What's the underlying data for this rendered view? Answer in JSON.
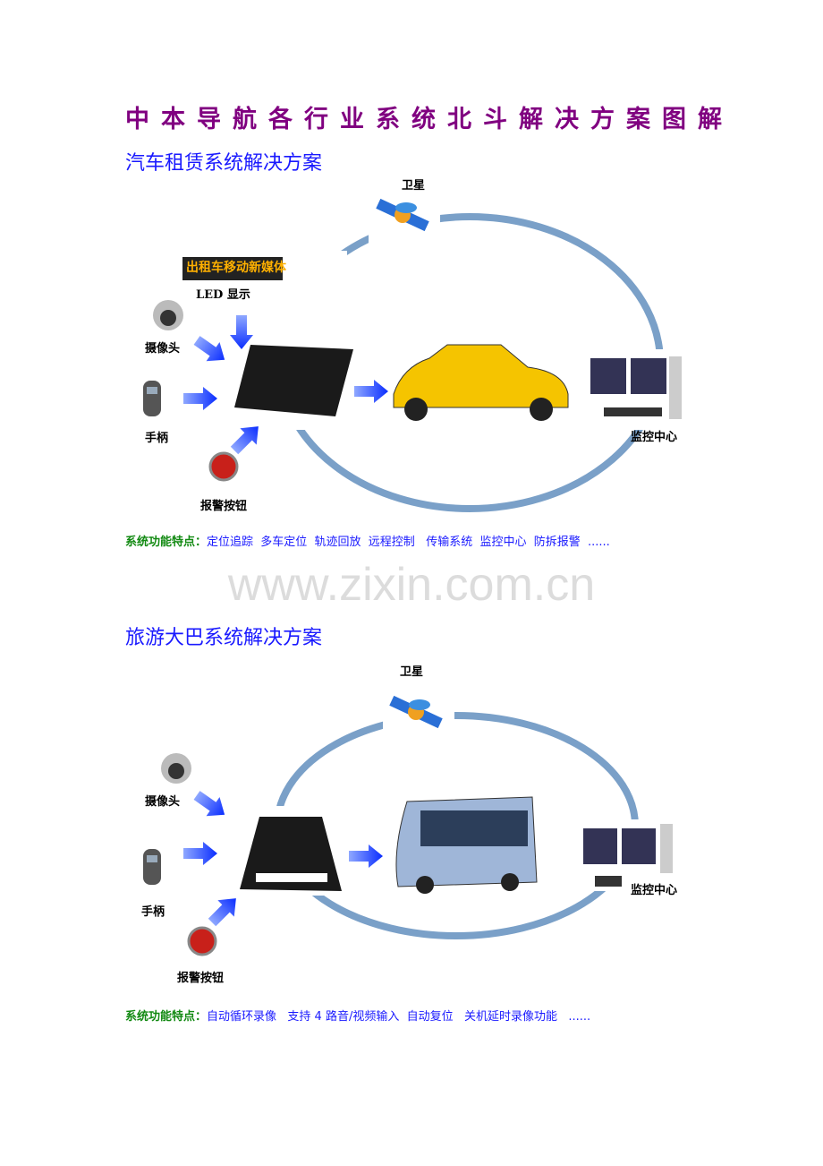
{
  "title": "中本导航各行业系统北斗解决方案图解",
  "watermark": "www.zixin.com.cn",
  "sections": [
    {
      "heading": "汽车租赁系统解决方案",
      "satellite": "卫星",
      "led_label": "LED 显示",
      "led_text": "出租车移动新媒体",
      "camera": "摄像头",
      "handset": "手柄",
      "alarm": "报警按钮",
      "monitor": "监控中心",
      "features_label": "系统功能特点：",
      "features": "定位追踪  多车定位  轨迹回放  远程控制   传输系统  监控中心  防拆报警  ......"
    },
    {
      "heading": "旅游大巴系统解决方案",
      "satellite": "卫星",
      "camera": "摄像头",
      "handset": "手柄",
      "alarm": "报警按钮",
      "monitor": "监控中心",
      "features_label": "系统功能特点：",
      "features": "自动循环录像   支持 4 路音/视频输入  自动复位   关机延时录像功能   ......"
    }
  ],
  "colors": {
    "title": "#800080",
    "heading": "#1a1aff",
    "ring": "#7aa0c8",
    "arrow": "#1e3cff"
  }
}
